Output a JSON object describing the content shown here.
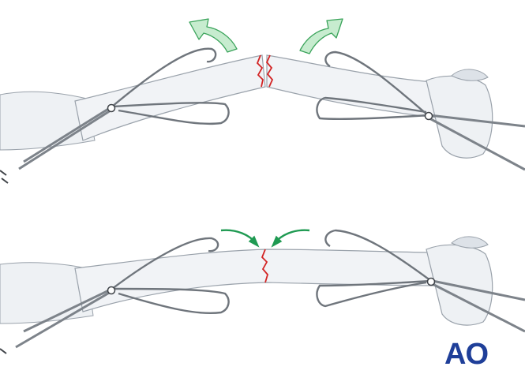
{
  "logo": {
    "text": "AO",
    "color": "#1f3f99"
  },
  "colors": {
    "bone_fill": "#f1f3f6",
    "bone_shade": "#dde2e8",
    "bone_outline": "#9aa2ab",
    "instrument": "#6f757c",
    "instrument_dark": "#3f4348",
    "fracture_line": "#d32424",
    "arrow_outward_fill": "#c7eccf",
    "arrow_outward_stroke": "#3aa35a",
    "arrow_inward": "#1f9a52"
  },
  "panels": [
    {
      "name": "panel-top-fracture-opened",
      "arrows": "outward",
      "icons": [
        "reduction-clamp-icon",
        "reduction-clamp-icon"
      ]
    },
    {
      "name": "panel-bottom-fracture-reduced",
      "arrows": "inward",
      "icons": [
        "reduction-clamp-icon",
        "reduction-clamp-icon"
      ]
    }
  ]
}
